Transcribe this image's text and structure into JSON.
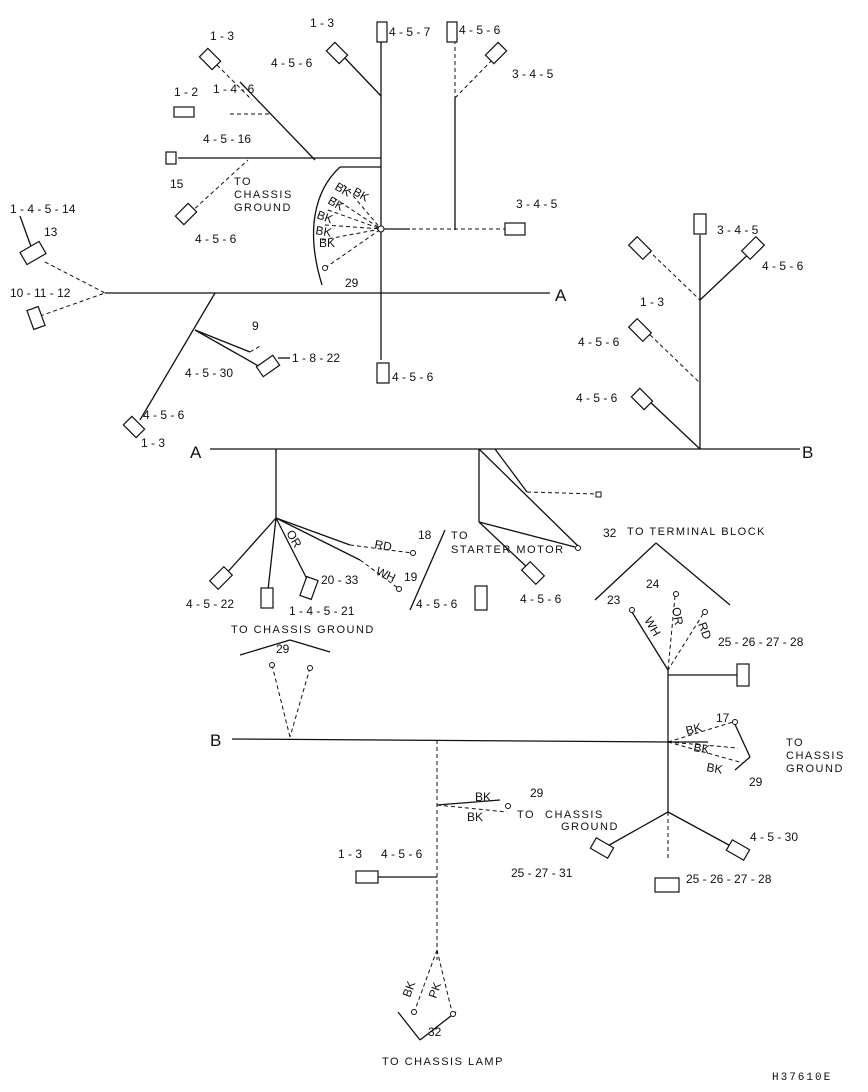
{
  "title": "",
  "drawing_number": "H37610E",
  "harness_ends": {
    "a": "A",
    "b": "B"
  },
  "captions": {
    "to_chassis_ground": [
      "TO",
      "CHASSIS",
      "GROUND"
    ],
    "to_terminal_block": "TO TERMINAL BLOCK",
    "to_starter_motor": [
      "TO",
      "STARTER MOTOR"
    ],
    "to_chassis_ground_line": "TO CHASSIS GROUND",
    "to_chassis_lamp": "TO CHASSIS LAMP"
  },
  "wire_colors": {
    "black": "BK",
    "orange": "OR",
    "red": "RD",
    "white": "WH",
    "pink": "PK"
  },
  "callouts": {
    "1-3": "1 - 3",
    "4-5-7": "4 - 5 - 7",
    "4-5-6": "4 - 5 - 6",
    "3-4-5": "3 - 4 - 5",
    "1-2": "1 - 2",
    "1-4-6": "1 - 4 - 6",
    "4-5-16": "4 - 5 - 16",
    "15": "15",
    "1-4-5-14": "1 - 4 - 5 - 14",
    "13": "13",
    "10-11-12": "10 - 11 - 12",
    "29": "29",
    "9": "9",
    "1-8-22": "1 - 8 - 22",
    "4-5-30": "4 - 5 - 30",
    "32": "32",
    "18": "18",
    "19": "19",
    "20-33": "20 - 33",
    "4-5-22": "4 - 5 - 22",
    "1-4-5-21": "1 - 4 - 5 - 21",
    "24": "24",
    "23": "23",
    "25-26-27-28": "25 - 26 - 27 - 28",
    "17": "17",
    "25-27-31": "25 - 27 - 31"
  }
}
